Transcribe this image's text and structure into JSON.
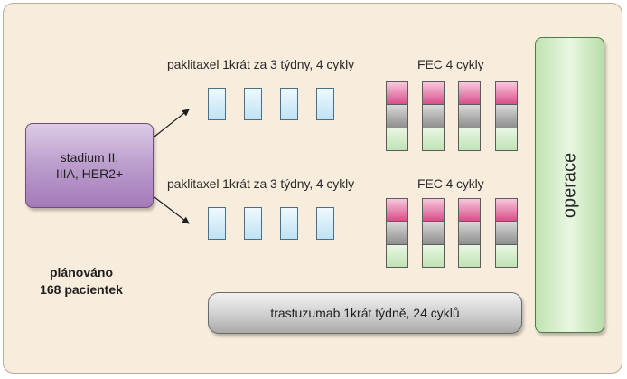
{
  "stage": {
    "line1": "stadium II,",
    "line2": "IIIA, HER2+"
  },
  "arms": [
    {
      "paclitaxel_label": "paklitaxel 1krát za 3 týdny, 4 cykly",
      "fec_label": "FEC 4 cykly"
    },
    {
      "paclitaxel_label": "paklitaxel 1krát za 3 týdny, 4 cykly",
      "fec_label": "FEC 4 cykly"
    }
  ],
  "planned": {
    "line1": "plánováno",
    "line2": "168 pacientek"
  },
  "trastuzumab": {
    "label": "trastuzumab 1krát týdně, 24 cyklů"
  },
  "operation": {
    "label": "operace"
  },
  "colors": {
    "background": "#f8ecdc",
    "stage_box": "#bb9dcc",
    "paclitaxel_block": "#c0e2f3",
    "fec_pink": "#d94f89",
    "fec_gray": "#8e8e8e",
    "fec_green": "#bfe3b4",
    "trastuzumab_bar": "#cfcfcf",
    "operation_bar": "#bfe3b0"
  }
}
